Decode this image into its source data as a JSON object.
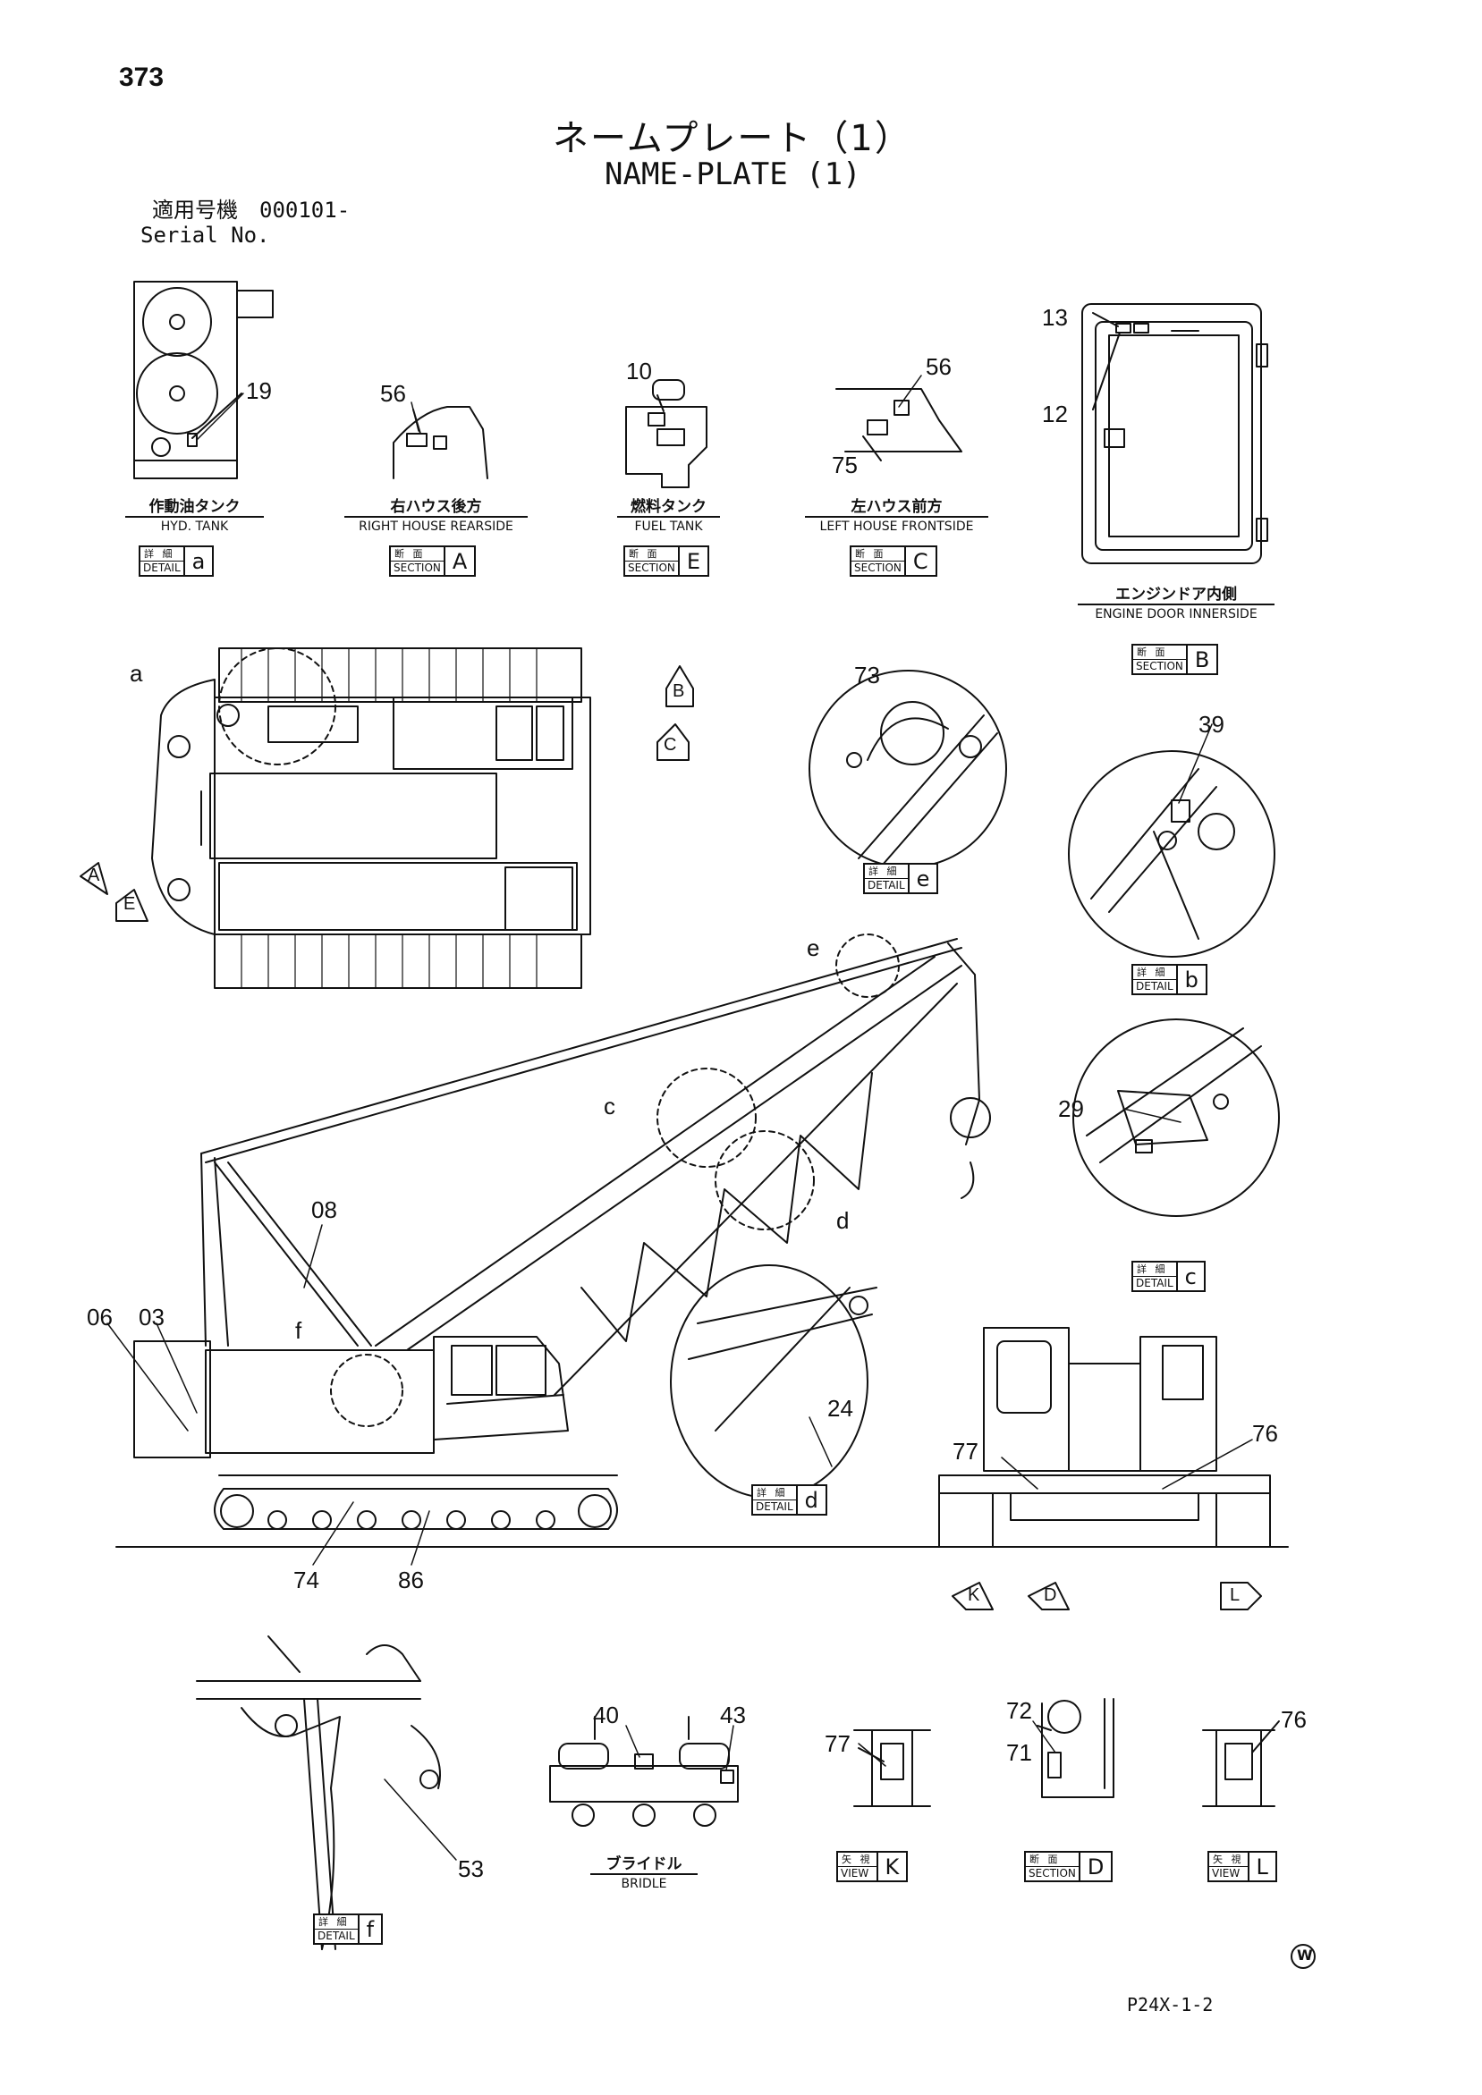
{
  "page_number": "373",
  "title": {
    "jp": "ネームプレート（1）",
    "en": "NAME-PLATE (1)"
  },
  "serial": {
    "jp": "適用号機　000101-",
    "en": "Serial No."
  },
  "views": {
    "hyd_tank": {
      "jp": "作動油タンク",
      "en": "HYD. TANK",
      "kind_jp": "詳 細",
      "kind_en": "DETAIL",
      "letter": "a"
    },
    "right_house": {
      "jp": "右ハウス後方",
      "en": "RIGHT HOUSE REARSIDE",
      "kind_jp": "断 面",
      "kind_en": "SECTION",
      "letter": "A"
    },
    "fuel_tank": {
      "jp": "燃料タンク",
      "en": "FUEL TANK",
      "kind_jp": "断 面",
      "kind_en": "SECTION",
      "letter": "E"
    },
    "left_house": {
      "jp": "左ハウス前方",
      "en": "LEFT HOUSE FRONTSIDE",
      "kind_jp": "断 面",
      "kind_en": "SECTION",
      "letter": "C"
    },
    "engine_door": {
      "jp": "エンジンドア内側",
      "en": "ENGINE DOOR INNERSIDE",
      "kind_jp": "断 面",
      "kind_en": "SECTION",
      "letter": "B"
    },
    "detail_e": {
      "kind_jp": "詳 細",
      "kind_en": "DETAIL",
      "letter": "e"
    },
    "detail_b": {
      "kind_jp": "詳 細",
      "kind_en": "DETAIL",
      "letter": "b"
    },
    "detail_c": {
      "kind_jp": "詳 細",
      "kind_en": "DETAIL",
      "letter": "c"
    },
    "detail_d": {
      "kind_jp": "詳 細",
      "kind_en": "DETAIL",
      "letter": "d"
    },
    "detail_f": {
      "kind_jp": "詳 細",
      "kind_en": "DETAIL",
      "letter": "f"
    },
    "bridle": {
      "jp": "ブライドル",
      "en": "BRIDLE"
    },
    "view_k": {
      "kind_jp": "矢 視",
      "kind_en": "VIEW",
      "letter": "K"
    },
    "section_d": {
      "kind_jp": "断 面",
      "kind_en": "SECTION",
      "letter": "D"
    },
    "view_l": {
      "kind_jp": "矢 視",
      "kind_en": "VIEW",
      "letter": "L"
    }
  },
  "part_numbers": {
    "p19": "19",
    "p56a": "56",
    "p10": "10",
    "p56b": "56",
    "p75": "75",
    "p13": "13",
    "p12": "12",
    "p73": "73",
    "p39": "39",
    "p29": "29",
    "p08": "08",
    "p06": "06",
    "p03": "03",
    "p24": "24",
    "p77a": "77",
    "p76a": "76",
    "p74": "74",
    "p86": "86",
    "p53": "53",
    "p40": "40",
    "p43": "43",
    "p77b": "77",
    "p72": "72",
    "p71": "71",
    "p76b": "76"
  },
  "callouts": {
    "a": "a",
    "e": "e",
    "c": "c",
    "d": "d",
    "f": "f",
    "arrow_A": "A",
    "arrow_E": "E",
    "arrow_B": "B",
    "arrow_C": "C",
    "arrow_K": "K",
    "arrow_D": "D",
    "arrow_L": "L"
  },
  "footer": {
    "mark": "W",
    "code": "P24X-1-2"
  }
}
